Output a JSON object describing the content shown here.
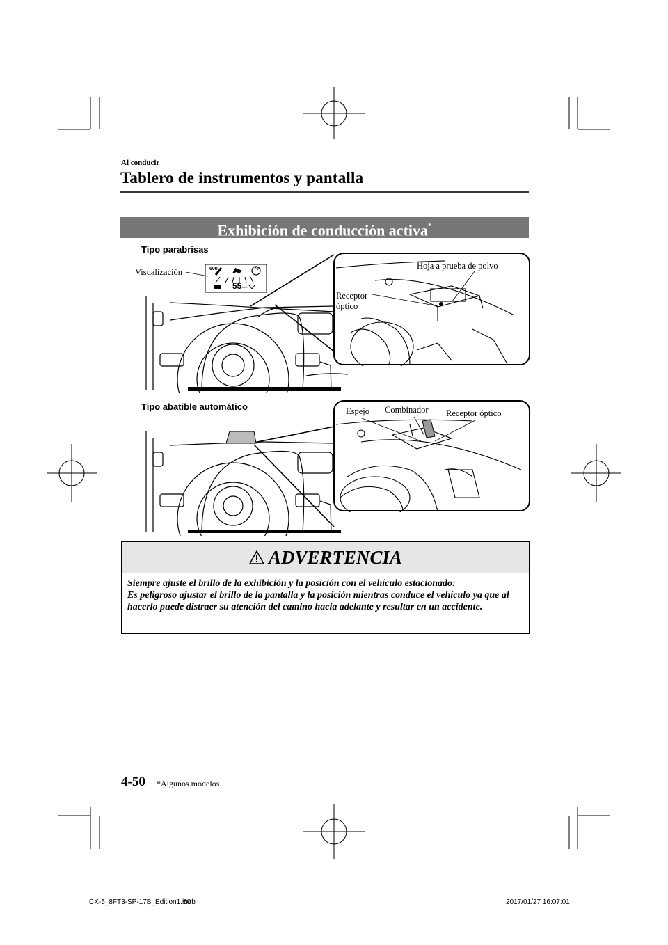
{
  "header": {
    "chapter": "Al conducir",
    "title": "Tablero de instrumentos y pantalla"
  },
  "section": {
    "title": "Exhibición de conducción activa",
    "marker": "*"
  },
  "figure1": {
    "label": "Tipo parabrisas",
    "callouts": {
      "display": "Visualización",
      "dust_sheet": "Hoja a prueba de polvo",
      "receiver_line1": "Receptor",
      "receiver_line2": "óptico"
    },
    "hud": {
      "distance": "500",
      "speed": "55",
      "unit": "km/h",
      "limit": "70"
    }
  },
  "figure2": {
    "label": "Tipo abatible automático",
    "callouts": {
      "mirror": "Espejo",
      "combiner": "Combinador",
      "receiver": "Receptor óptico"
    }
  },
  "warning": {
    "title": "ADVERTENCIA",
    "lead": "Siempre ajuste el brillo de la exhibición y la posición con el vehículo estacionado:",
    "body": "Es peligroso ajustar el brillo de la pantalla y la posición mientras conduce el vehículo ya que al hacerlo puede distraer su atención del camino hacia adelante y resultar en un accidente."
  },
  "footer": {
    "page_number": "4-50",
    "note": "*Algunos modelos.",
    "file": "CX-5_8FT3-SP-17B_Edition1.indb",
    "file_page": "50",
    "timestamp": "2017/01/27   16:07:01"
  }
}
